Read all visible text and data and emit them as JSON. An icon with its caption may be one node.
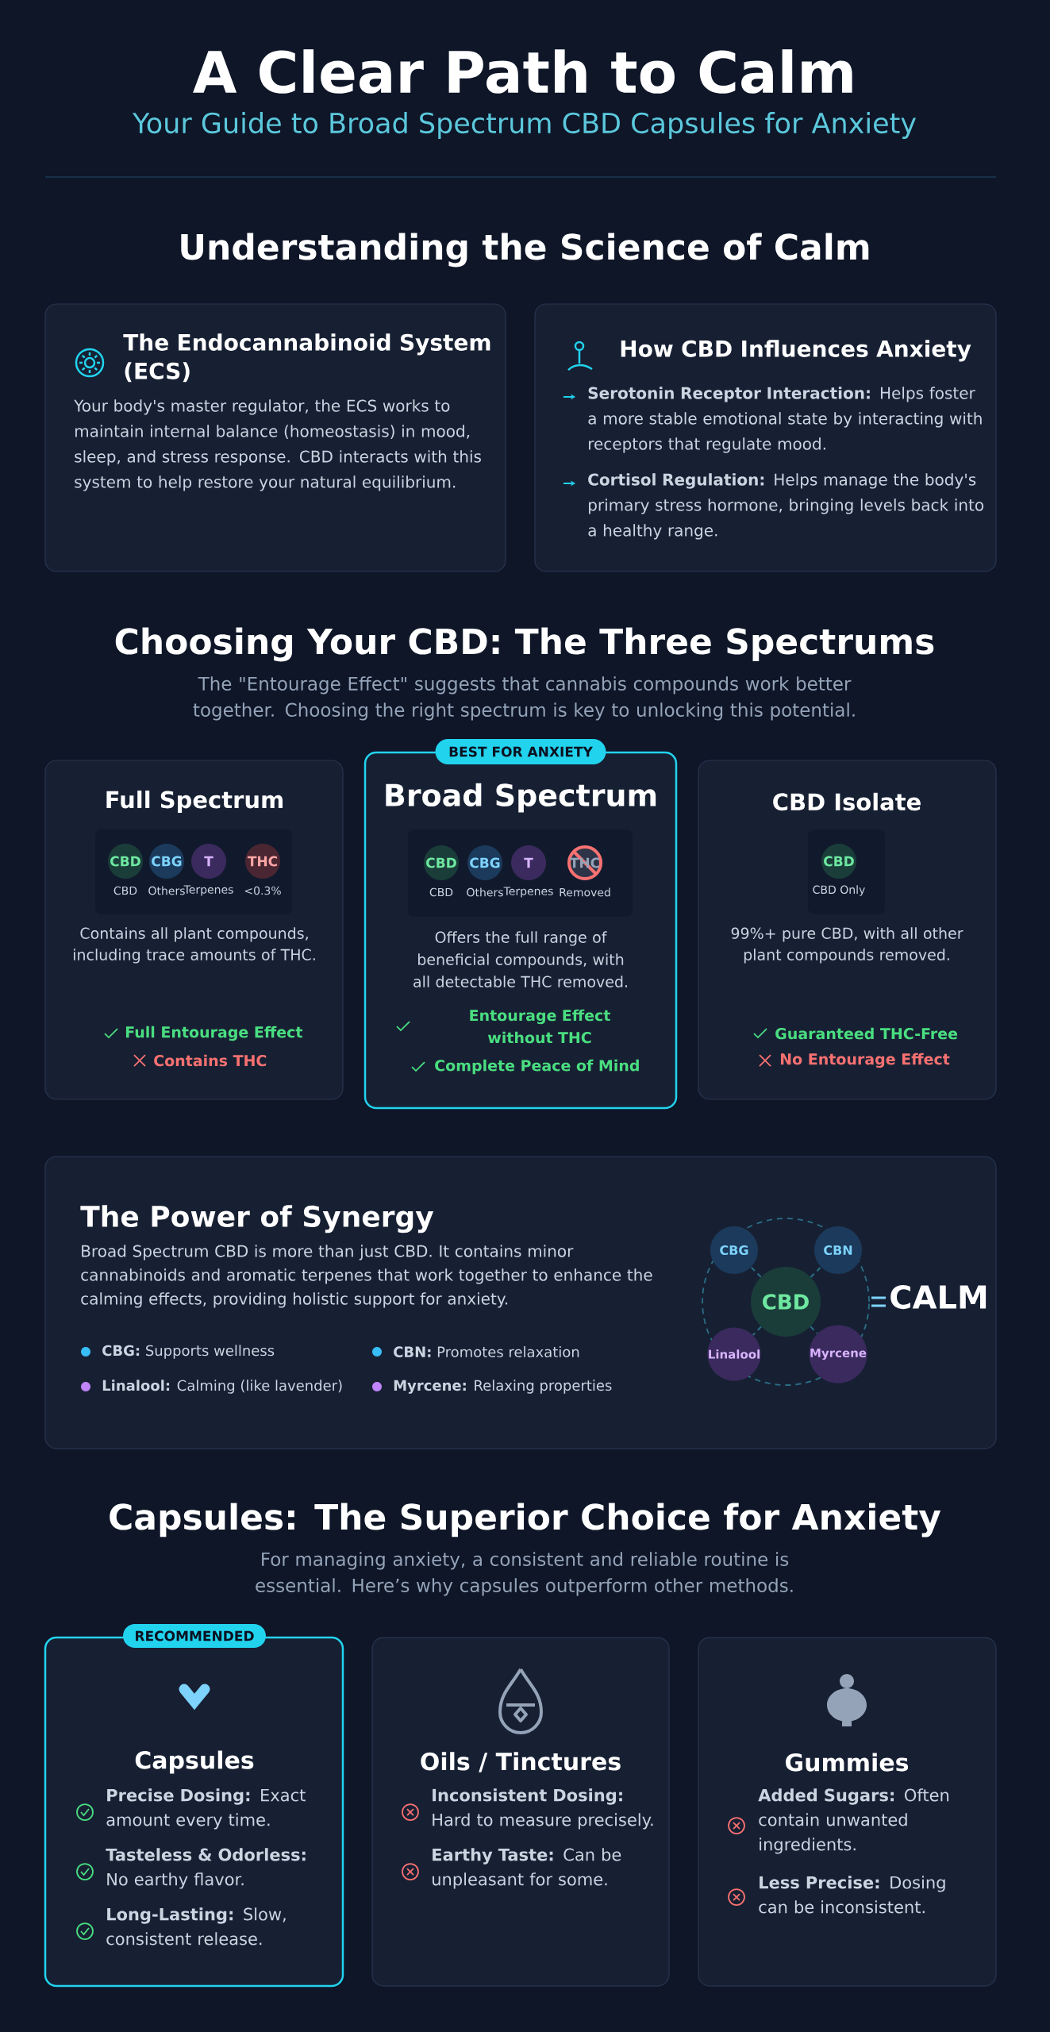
{
  "diagram": {
    "title": "A Clear Path to Calm",
    "nodes": [
      {
        "text": [
          "The Endocannabinoid System (ECS)",
          "Your body's master regulator, the ECS works to maintain internal balance (homeostasis) in mood, sleep, and stress response. CBD interacts with this system to help restore your natural equilibrium."
        ]
      },
      {
        "text": [
          "How CBD Influences Anxiety",
          "**Serotonin Receptor Interaction:** Helps foster a more stable emotional state by interacting with receptors that regulate mood.",
          "**Cortisol Regulation:** Helps manage the body's primary stress hormone, bringing levels back into a healthy range."
        ]
      },
      {
        "text": [
          "Full Spectrum",
          "Contains all plant compounds, including trace amounts of THC.",
          "Full Entourage Effect",
          "Contains THC"
        ]
      },
      {
        "text": [
          "CBD"
        ],
        "in": 2,
        "beside": [
          "CBD"
        ]
      },
      {
        "text": [
          "CBG"
        ],
        "in": 2,
        "beside": [
          "Others"
        ]
      },
      {
        "text": [
          "T"
        ],
        "in": 2,
        "beside": [
          "Terpenes"
        ]
      },
      {
        "text": [
          "THC"
        ],
        "in": 2,
        "beside": [
          "<0.3%"
        ]
      },
      {
        "text": [
          "Broad Spectrum",
          "Offers the full range of beneficial compounds, with all detectable THC removed.",
          "Entourage Effect without THC",
          "Complete Peace of Mind"
        ]
      },
      {
        "text": [
          "BEST FOR ANXIETY"
        ]
      },
      {
        "text": [
          "CBD"
        ],
        "in": 7,
        "beside": [
          "CBD"
        ]
      },
      {
        "text": [
          "CBG"
        ],
        "in": 7,
        "beside": [
          "Others"
        ]
      },
      {
        "text": [
          "T"
        ],
        "in": 7,
        "beside": [
          "Terpenes"
        ]
      },
      {
        "text": [
          "THC"
        ],
        "in": 7,
        "beside": [
          "Removed"
        ]
      },
      {
        "text": [
          "CBD Isolate",
          "99%+ pure CBD, with all other plant compounds removed.",
          "Guaranteed THC-Free",
          "No Entourage Effect"
        ]
      },
      {
        "text": [
          "CBD"
        ],
        "in": 13,
        "beside": [
          "CBD Only"
        ]
      },
      {
        "text": [
          "The Power of Synergy",
          "Broad Spectrum CBD is more than just CBD. It contains minor cannabinoids and aromatic terpenes that work together to enhance the calming effects, providing holistic support for anxiety."
        ]
      },
      {
        "text": [
          "CBG"
        ],
        "in": 15
      },
      {
        "text": [
          "CBN"
        ],
        "in": 15
      },
      {
        "text": [
          "CBD"
        ],
        "in": 15
      },
      {
        "text": [
          "Linalool"
        ],
        "in": 15
      },
      {
        "text": [
          "Myrcene"
        ],
        "in": 15
      },
      {
        "text": [
          "Capsules",
          "**Precise Dosing:** Exact amount every time.",
          "**Tasteless & Odorless:** No earthy flavor.",
          "**Long-Lasting:** Slow, consistent release."
        ]
      },
      {
        "text": [
          "RECOMMENDED"
        ]
      },
      {
        "text": [
          "Oils / Tinctures",
          "**Inconsistent Dosing:** Hard to measure precisely.",
          "**Earthy Taste:** Can be unpleasant for some."
        ]
      },
      {
        "text": [
          "Gummies",
          "**Added Sugars:** Often contain unwanted ingredients.",
          "**Less Precise:** Dosing can be inconsistent."
        ]
      }
    ],
    "edges": [
      {
        "from": 18,
        "to": 16,
        "arrow": "none",
        "style": "dashed"
      },
      {
        "from": 18,
        "to": 17,
        "arrow": "none",
        "style": "dashed"
      },
      {
        "from": 18,
        "to": 19,
        "arrow": "none",
        "style": "dashed"
      },
      {
        "from": 18,
        "to": 20,
        "arrow": "none",
        "style": "dashed"
      }
    ],
    "labels": [
      "Your Guide to Broad Spectrum CBD Capsules for Anxiety",
      "Understanding the Science of Calm",
      "Choosing Your CBD: The Three Spectrums",
      "The \"Entourage Effect\" suggests that cannabis compounds work better together. Choosing the right spectrum is key to unlocking this potential.",
      "CALM",
      "Capsules: The Superior Choice for Anxiety",
      "For managing anxiety, a consistent and reliable routine is essential. Here’s why capsules outperform other methods."
    ],
    "legend": [
      {
        "text": "**CBG:** Supports wellness",
        "color": "#38bdf8"
      },
      {
        "text": "**CBN:** Promotes relaxation",
        "color": "#38bdf8"
      },
      {
        "text": "**Linalool:** Calming (like lavender)",
        "color": "#c084fc"
      },
      {
        "text": "**Myrcene:** Relaxing properties",
        "color": "#c084fc"
      }
    ]
  }
}
